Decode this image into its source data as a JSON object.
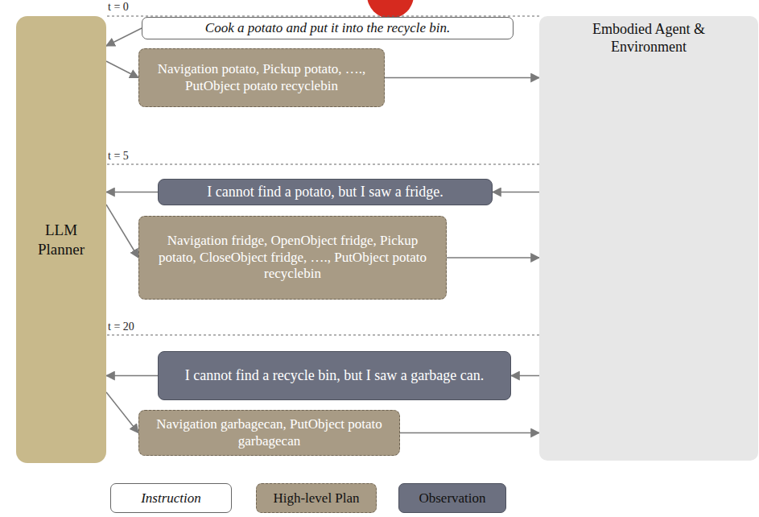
{
  "diagram": {
    "nodes": [
      {
        "text": [
          "Cook a potato and put it into the recycle bin."
        ]
      },
      {
        "text": [
          "LLM Planner"
        ]
      },
      {
        "text": [
          "Navigation potato, Pickup potato, …., PutObject potato recyclebin"
        ]
      },
      {
        "text": [
          "Embodied Agent & Environment"
        ]
      },
      {
        "text": [
          "I cannot find a potato, but I saw a fridge."
        ]
      },
      {
        "text": [
          "Navigation fridge, OpenObject fridge, Pickup potato, CloseObject fridge, …., PutObject potato recyclebin"
        ]
      },
      {
        "text": [
          "I cannot find a recycle bin, but I saw a garbage can."
        ]
      },
      {
        "text": [
          "Navigation garbagecan, PutObject potato garbagecan"
        ]
      }
    ],
    "edges": [
      {
        "from": 0,
        "to": 1,
        "arrow": "to"
      },
      {
        "from": 1,
        "to": 2,
        "arrow": "to"
      },
      {
        "from": 2,
        "to": 3,
        "arrow": "to"
      },
      {
        "from": 3,
        "to": 4,
        "arrow": "to"
      },
      {
        "from": 4,
        "to": 1,
        "arrow": "to"
      },
      {
        "from": 1,
        "to": 5,
        "arrow": "to"
      },
      {
        "from": 5,
        "to": 3,
        "arrow": "to"
      },
      {
        "from": 3,
        "to": 6,
        "arrow": "to"
      },
      {
        "from": 6,
        "to": 1,
        "arrow": "to"
      },
      {
        "from": 1,
        "to": 7,
        "arrow": "to"
      },
      {
        "from": 7,
        "to": 3,
        "arrow": "to"
      }
    ],
    "labels": [
      "t = 0",
      "t = 5",
      "t = 20"
    ],
    "legend": [
      {
        "text": "Instruction",
        "color": "#ffffff"
      },
      {
        "text": "High-level Plan",
        "color": "#a89b85"
      },
      {
        "text": "Observation",
        "color": "#6c7080"
      }
    ]
  }
}
